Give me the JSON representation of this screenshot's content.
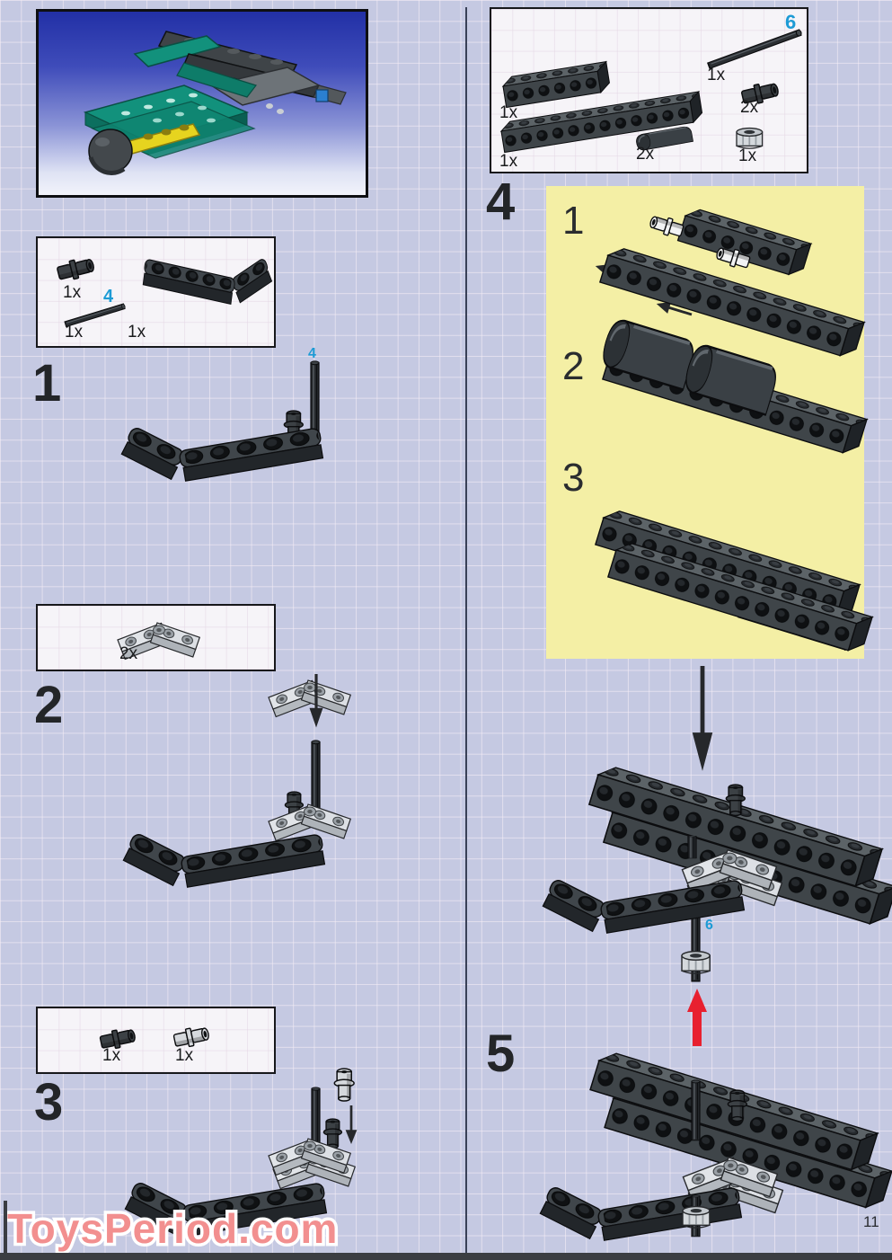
{
  "page": {
    "number": "11",
    "watermark": "ToysPeriod.com"
  },
  "colors": {
    "background": "#c5c9e2",
    "grid": "#f0e8f0",
    "panel": "#f6f4f8",
    "panel_border": "#17181b",
    "highlight_panel": "#f4efa5",
    "callout_blue": "#1d9bd5",
    "arrow_red": "#e8202f",
    "watermark_pink": "#f28f8f",
    "brick_dark": "#3f4549",
    "plate_light": "#e1e4e8"
  },
  "left_column": {
    "parts_box_1": {
      "items": [
        {
          "count": "1x"
        },
        {
          "count": "1x",
          "callout": "4"
        },
        {
          "count": "1x"
        }
      ]
    },
    "step_1": {
      "number": "1",
      "axle_callout": "4"
    },
    "parts_box_2": {
      "items": [
        {
          "count": "2x"
        }
      ]
    },
    "step_2": {
      "number": "2"
    },
    "parts_box_3": {
      "items": [
        {
          "count": "1x"
        },
        {
          "count": "1x"
        }
      ]
    },
    "step_3": {
      "number": "3"
    }
  },
  "right_column": {
    "parts_box_4": {
      "axle_callout": "6",
      "items": [
        {
          "count": "1x"
        },
        {
          "count": "1x"
        },
        {
          "count": "2x"
        },
        {
          "count": "1x"
        },
        {
          "count": "2x"
        },
        {
          "count": "1x"
        }
      ]
    },
    "step_4": {
      "number": "4",
      "substep_1": "1",
      "substep_2": "2",
      "substep_3": "3",
      "axle_callout": "6"
    },
    "step_5": {
      "number": "5"
    }
  }
}
